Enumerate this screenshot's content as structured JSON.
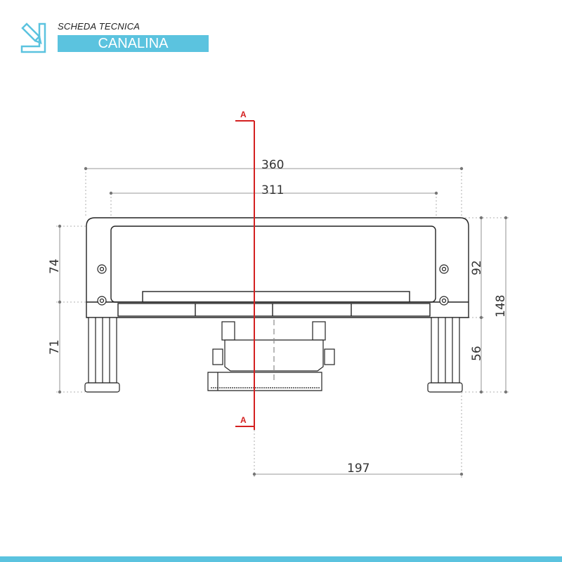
{
  "header": {
    "subtitle": "SCHEDA TECNICA",
    "title": "CANALINA"
  },
  "colors": {
    "accent": "#5bc3df",
    "section_line": "#d42020"
  },
  "section": {
    "label_top": "A",
    "label_bottom": "A"
  },
  "dimensions": {
    "total_width": "360",
    "inner_width": "311",
    "upper_height_left": "74",
    "lower_height_left": "71",
    "body_height_right": "92",
    "leg_height_right": "56",
    "total_height": "148",
    "offset_right": "197"
  }
}
